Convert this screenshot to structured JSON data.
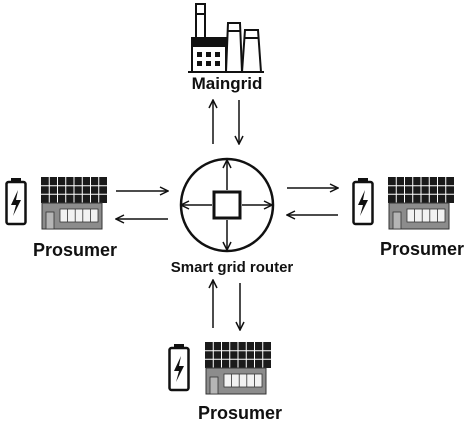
{
  "labels": {
    "maingrid": "Maingrid",
    "router": "Smart grid router",
    "prosumer_left": "Prosumer",
    "prosumer_right": "Prosumer",
    "prosumer_bottom": "Prosumer"
  },
  "icons": {
    "factory": "factory-icon",
    "battery": "battery-icon",
    "solar_panel": "solar-panel-icon",
    "house": "house-icon",
    "router": "router-icon"
  },
  "colors": {
    "stroke": "#111111",
    "panel": "#1a1a1a",
    "house_wall": "#8c8c8c",
    "background": "#ffffff"
  }
}
